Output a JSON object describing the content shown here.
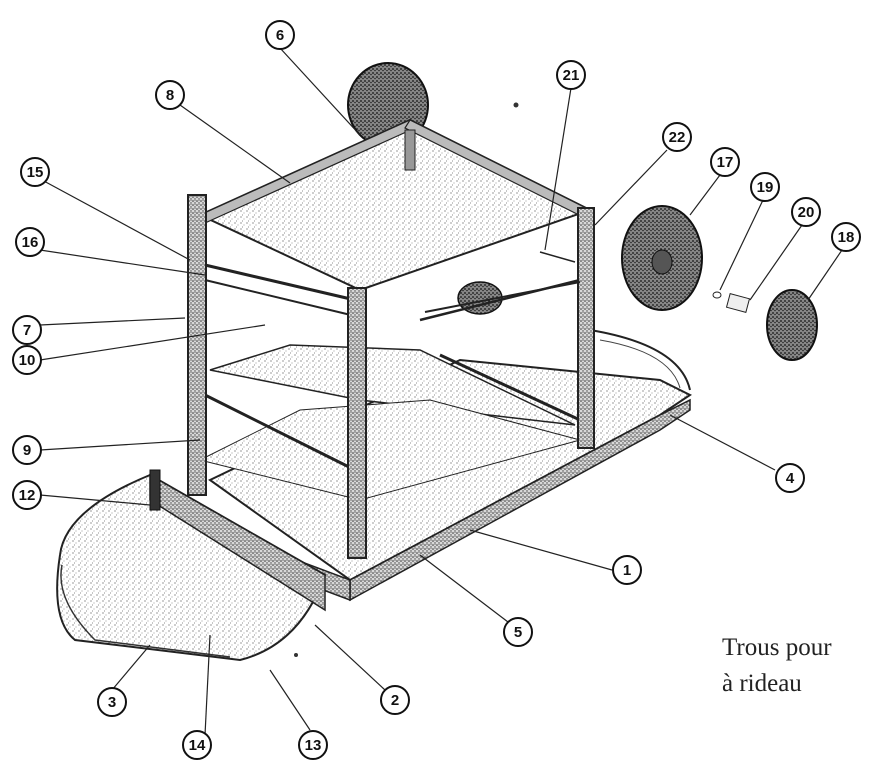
{
  "callouts": {
    "c1": "1",
    "c2": "2",
    "c3": "3",
    "c4": "4",
    "c5": "5",
    "c6": "6",
    "c7": "7",
    "c8": "8",
    "c9": "9",
    "c10": "10",
    "c12": "12",
    "c13": "13",
    "c14": "14",
    "c15": "15",
    "c16": "16",
    "c17": "17",
    "c18": "18",
    "c19": "19",
    "c20": "20",
    "c21": "21",
    "c22": "22"
  },
  "caption": {
    "line1": "Trous pour",
    "line2": "à rideau"
  }
}
